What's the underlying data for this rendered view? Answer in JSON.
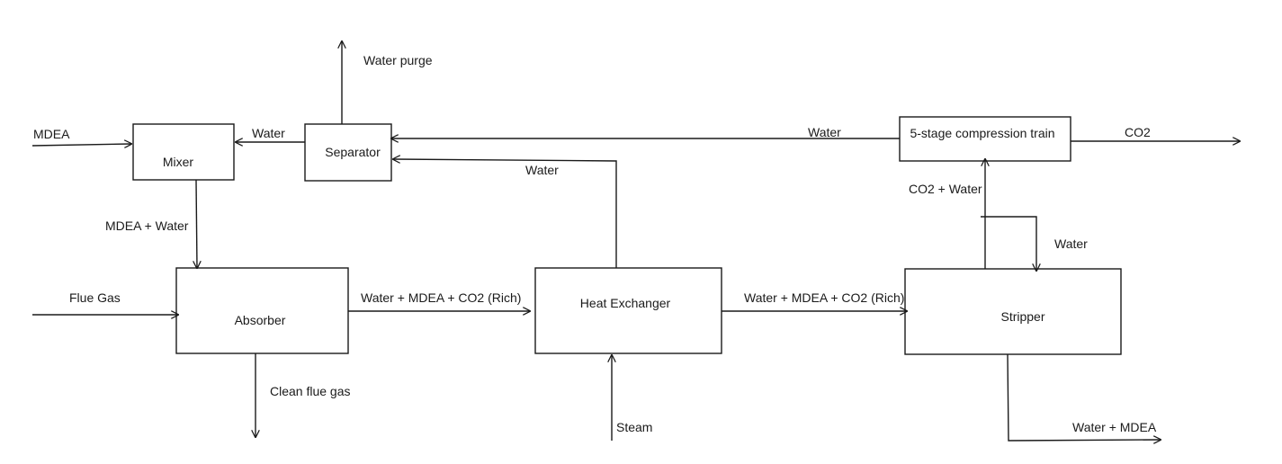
{
  "units": {
    "mixer": "Mixer",
    "separator": "Separator",
    "compression": "5-stage compression train",
    "absorber": "Absorber",
    "heat_exchanger": "Heat Exchanger",
    "stripper": "Stripper"
  },
  "streams": {
    "mdea_in": "MDEA",
    "water_to_mixer": "Water",
    "water_purge": "Water purge",
    "water_from_compression": "Water",
    "co2_out": "CO2",
    "water_from_hx": "Water",
    "mdea_water": "MDEA + Water",
    "co2_water": "CO2 + Water",
    "water_reflux": "Water",
    "flue_gas": "Flue Gas",
    "rich_to_hx": "Water + MDEA + CO2 (Rich)",
    "rich_to_stripper": "Water + MDEA + CO2 (Rich)",
    "clean_flue_gas": "Clean flue gas",
    "steam": "Steam",
    "water_mdea_out": "Water + MDEA"
  }
}
